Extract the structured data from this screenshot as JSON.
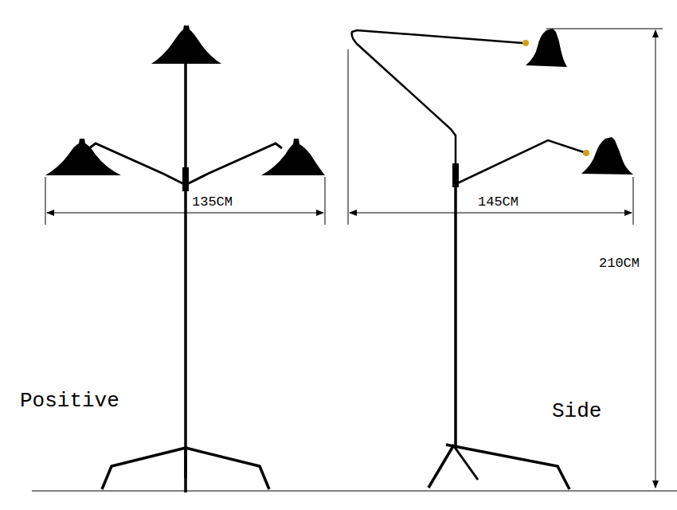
{
  "diagram": {
    "labels": [
      "135CM",
      "145CM",
      "210CM",
      "Positive",
      "Side"
    ]
  }
}
